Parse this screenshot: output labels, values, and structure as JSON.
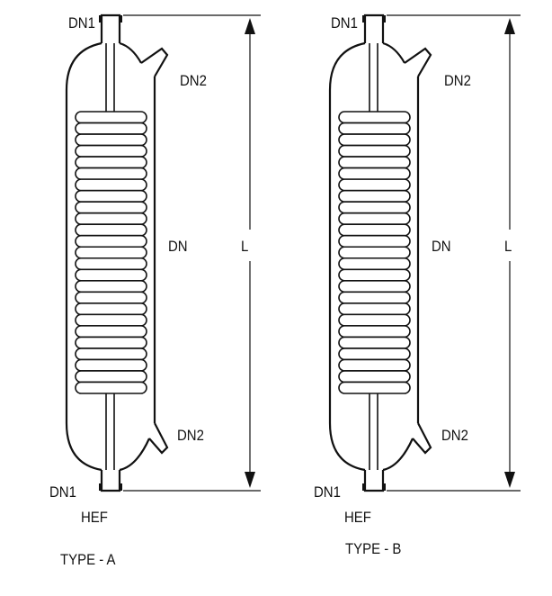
{
  "diagrams": [
    {
      "id": "a",
      "type_label": "TYPE - A",
      "dn1_top": "DN1",
      "dn2_top": "DN2",
      "dn": "DN",
      "length": "L",
      "dn2_bottom": "DN2",
      "dn1_bottom": "DN1",
      "model": "HEF"
    },
    {
      "id": "b",
      "type_label": "TYPE - B",
      "dn1_top": "DN1",
      "dn2_top": "DN2",
      "dn": "DN",
      "length": "L",
      "dn2_bottom": "DN2",
      "dn1_bottom": "DN1",
      "model": "HEF"
    }
  ],
  "coil_turns": 25,
  "colors": {
    "line": "#111111",
    "background": "#ffffff"
  }
}
